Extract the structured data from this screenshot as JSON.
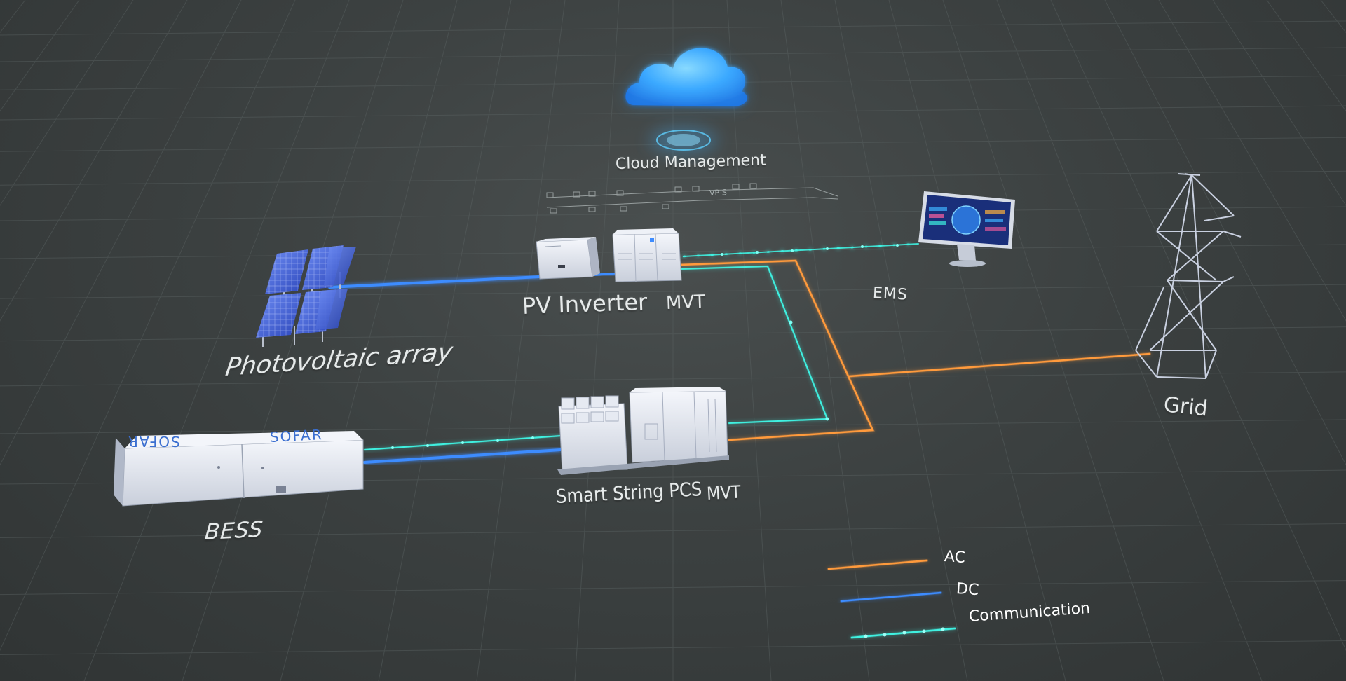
{
  "labels": {
    "photovoltaic_array": "Photovoltaic array",
    "pv_inverter": "PV Inverter",
    "mvt_top": "MVT",
    "ems": "EMS",
    "grid": "Grid",
    "bess": "BESS",
    "smart_string_pcs": "Smart String PCS",
    "mvt_bottom": "MVT",
    "cloud_management": "Cloud Management",
    "vps_tag": "VP-S",
    "brand_left": "SOFAR",
    "brand_right": "SOFAR"
  },
  "legend": {
    "ac": "AC",
    "dc": "DC",
    "communication": "Communication"
  },
  "colors": {
    "ac": "#ff9a3c",
    "dc": "#3e8cff",
    "communication": "#3ff0e0",
    "cloud": "#3fb2ff",
    "background": "#3c4141"
  },
  "icons": [
    "cloud-icon",
    "solar-panel-icon",
    "inverter-icon",
    "transformer-icon",
    "monitor-icon",
    "transmission-tower-icon",
    "battery-container-icon"
  ]
}
